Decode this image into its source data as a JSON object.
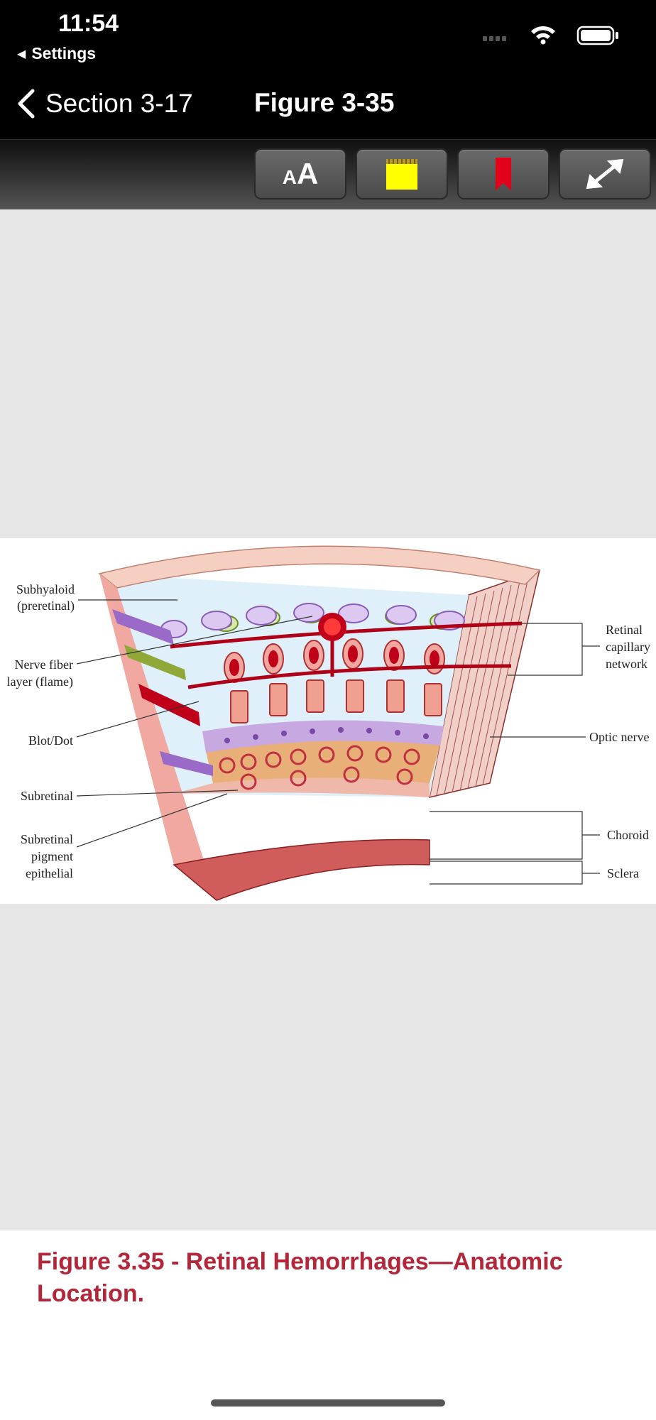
{
  "status_bar": {
    "time": "11:54",
    "back_app_label": "Settings"
  },
  "nav": {
    "back_label": "Section 3-17",
    "title": "Figure 3-35"
  },
  "toolbar": {
    "font_size_small": "A",
    "font_size_big": "A",
    "highlight_color": "#ffff00",
    "bookmark_color": "#e3001b",
    "icons": [
      "font-size-icon",
      "highlight-note-icon",
      "bookmark-icon",
      "expand-icon"
    ]
  },
  "figure": {
    "labels_left": {
      "subhyaloid_1": "Subhyaloid",
      "subhyaloid_2": "(preretinal)",
      "nerve_fiber_1": "Nerve fiber",
      "nerve_fiber_2": "layer (flame)",
      "blot_dot": "Blot/Dot",
      "subretinal": "Subretinal",
      "subretinal_pigment_1": "Subretinal",
      "subretinal_pigment_2": "pigment",
      "subretinal_pigment_3": "epithelial"
    },
    "labels_right": {
      "retinal_capillary_1": "Retinal",
      "retinal_capillary_2": "capillary",
      "retinal_capillary_3": "network",
      "optic_nerve": "Optic nerve",
      "choroid": "Choroid",
      "sclera": "Sclera"
    }
  },
  "caption": "Figure 3.35 - Retinal Hemorrhages—Anatomic Location."
}
